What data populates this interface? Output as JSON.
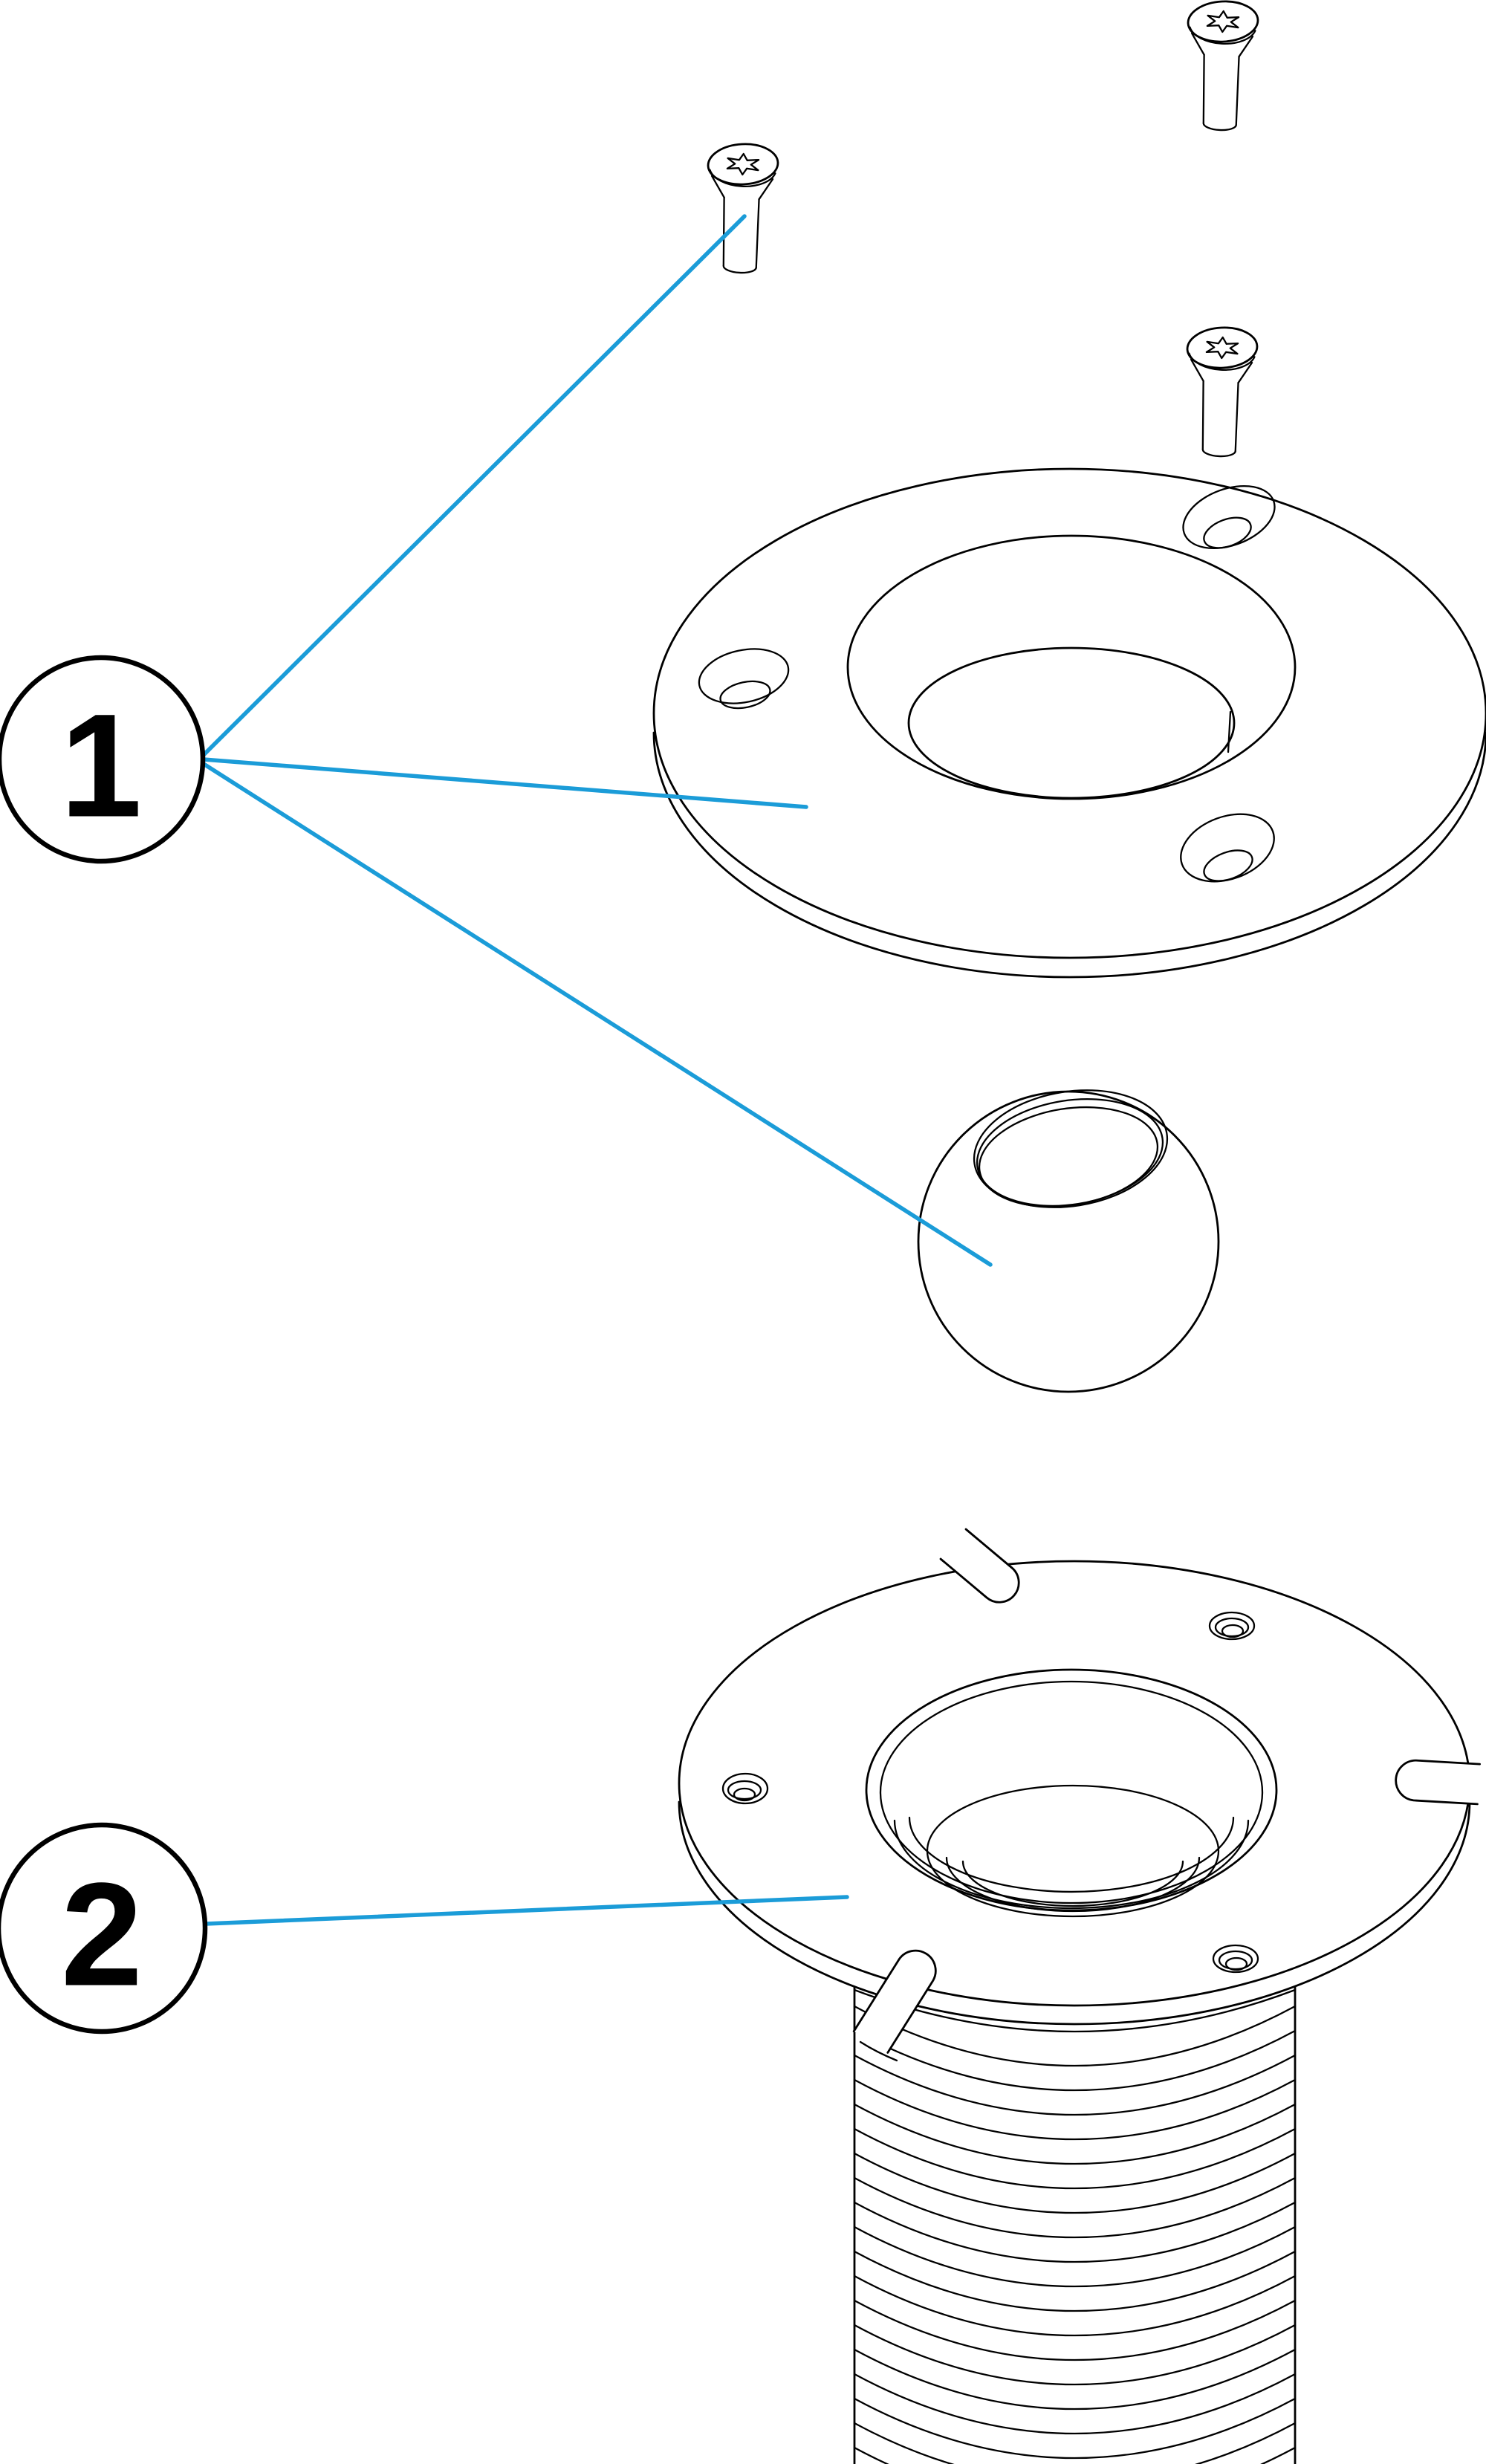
{
  "diagram": {
    "kind": "exploded-parts-diagram",
    "background_color": "#ffffff",
    "outline_color": "#000000",
    "leader_color": "#1B9CD8",
    "callouts": [
      {
        "label": "1"
      },
      {
        "label": "2"
      }
    ]
  }
}
